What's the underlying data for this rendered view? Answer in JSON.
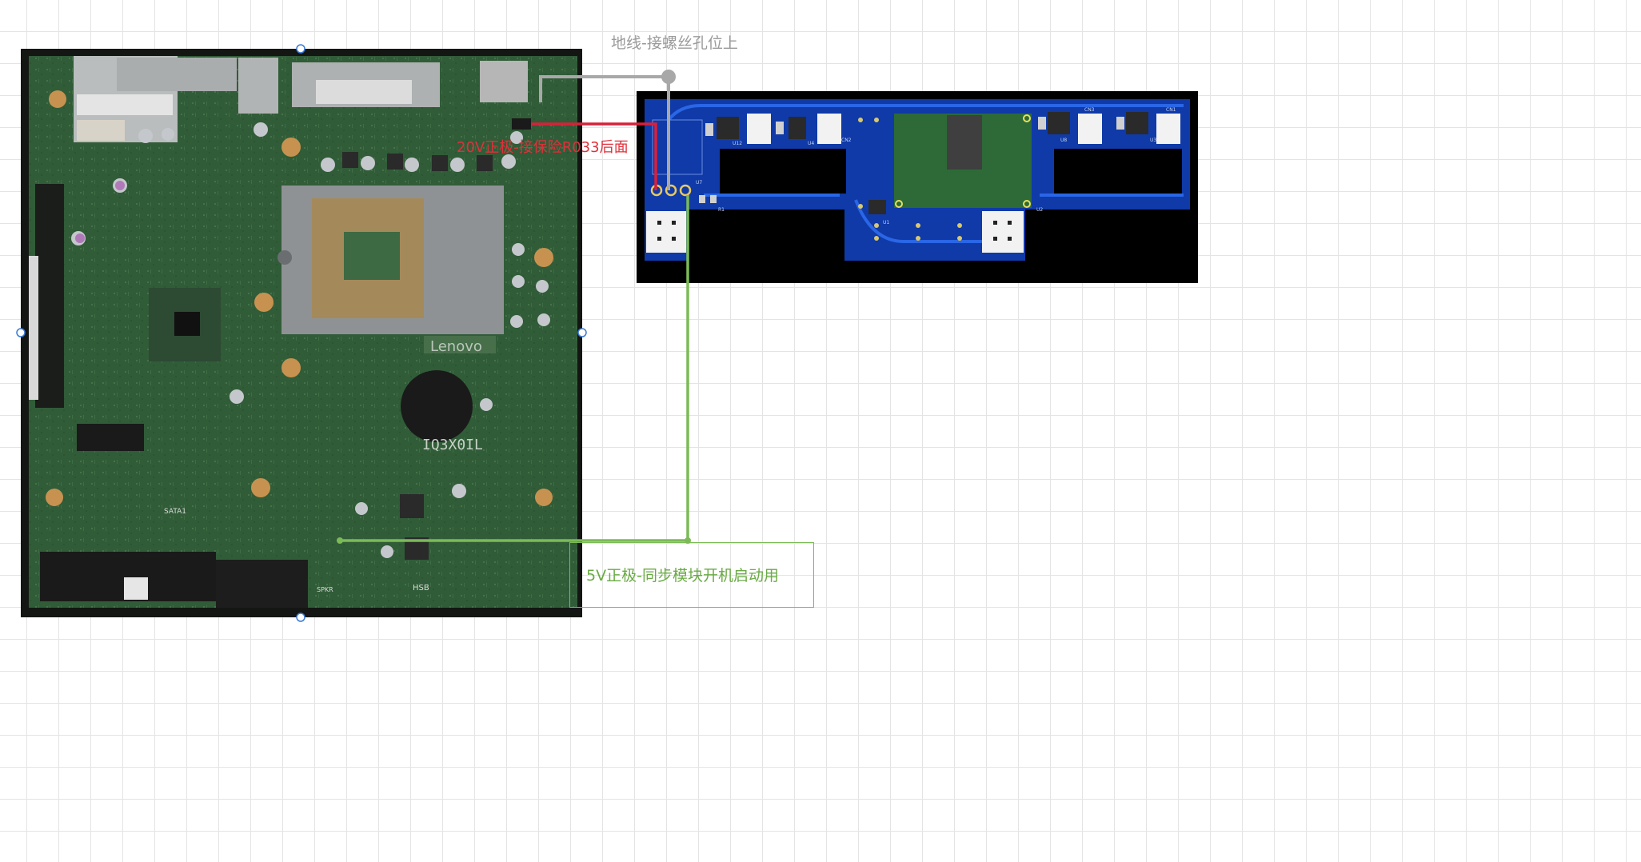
{
  "labels": {
    "ground": "地线-接螺丝孔位上",
    "positive_20v": "20V正极-接保险R033后面",
    "positive_5v": "5V正极-同步模块开机启动用"
  },
  "board_text": {
    "lenovo": "Lenovo",
    "chip": "IQ3X0IL",
    "sata": "SATA1",
    "spkr": "SPKR",
    "hsb": "HSB",
    "cn2": "CN2",
    "cn3": "CN3",
    "cn1": "CN1",
    "u7": "U7",
    "u1": "U1",
    "u2": "U2",
    "r1": "R1",
    "u3": "U3",
    "u4": "U4",
    "u8": "U8",
    "u12": "U12"
  },
  "colors": {
    "ground_wire": "#a8a8a8",
    "positive_20v_wire": "#d8203a",
    "positive_5v_wire": "#7cba57",
    "pcb_blue": "#0f3aa8",
    "pcb_trace": "#2a66e6",
    "motherboard_green": "#2f5a36"
  }
}
